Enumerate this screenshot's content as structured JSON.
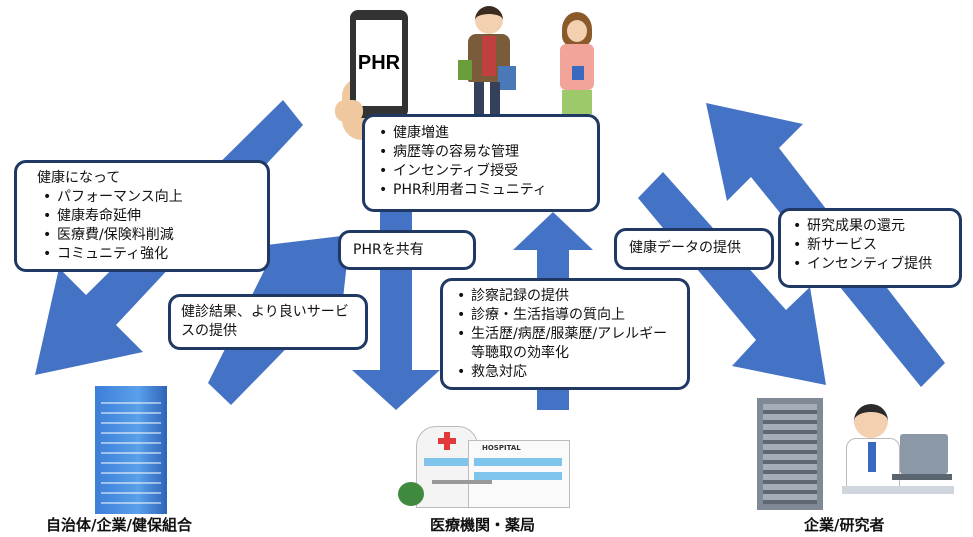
{
  "phone": {
    "screen_text": "PHR"
  },
  "patient_box": {
    "items": [
      "健康増進",
      "病歴等の容易な管理",
      "インセンティブ授受",
      "PHR利用者コミュニティ"
    ]
  },
  "local_box": {
    "title": "健康になって",
    "items": [
      "パフォーマンス向上",
      "健康寿命延伸",
      "医療費/保険料削減",
      "コミュニティ強化"
    ]
  },
  "checkup_box": {
    "text": "健診結果、より良いサービスの提供"
  },
  "share_box": {
    "text": "PHRを共有"
  },
  "medical_box": {
    "items": [
      "診察記録の提供",
      "診療・生活指導の質向上",
      "生活歴/病歴/服薬歴/アレルギー等聴取の効率化",
      "救急対応"
    ]
  },
  "data_box": {
    "text": "健康データの提供"
  },
  "research_box": {
    "items": [
      "研究成果の還元",
      "新サービス",
      "インセンティブ提供"
    ]
  },
  "labels": {
    "left": "自治体/企業/健保組合",
    "center": "医療機関・薬局",
    "right": "企業/研究者"
  },
  "hospital_sign": "HOSPITAL",
  "colors": {
    "arrow": "#4472c4",
    "border": "#1f3864"
  }
}
